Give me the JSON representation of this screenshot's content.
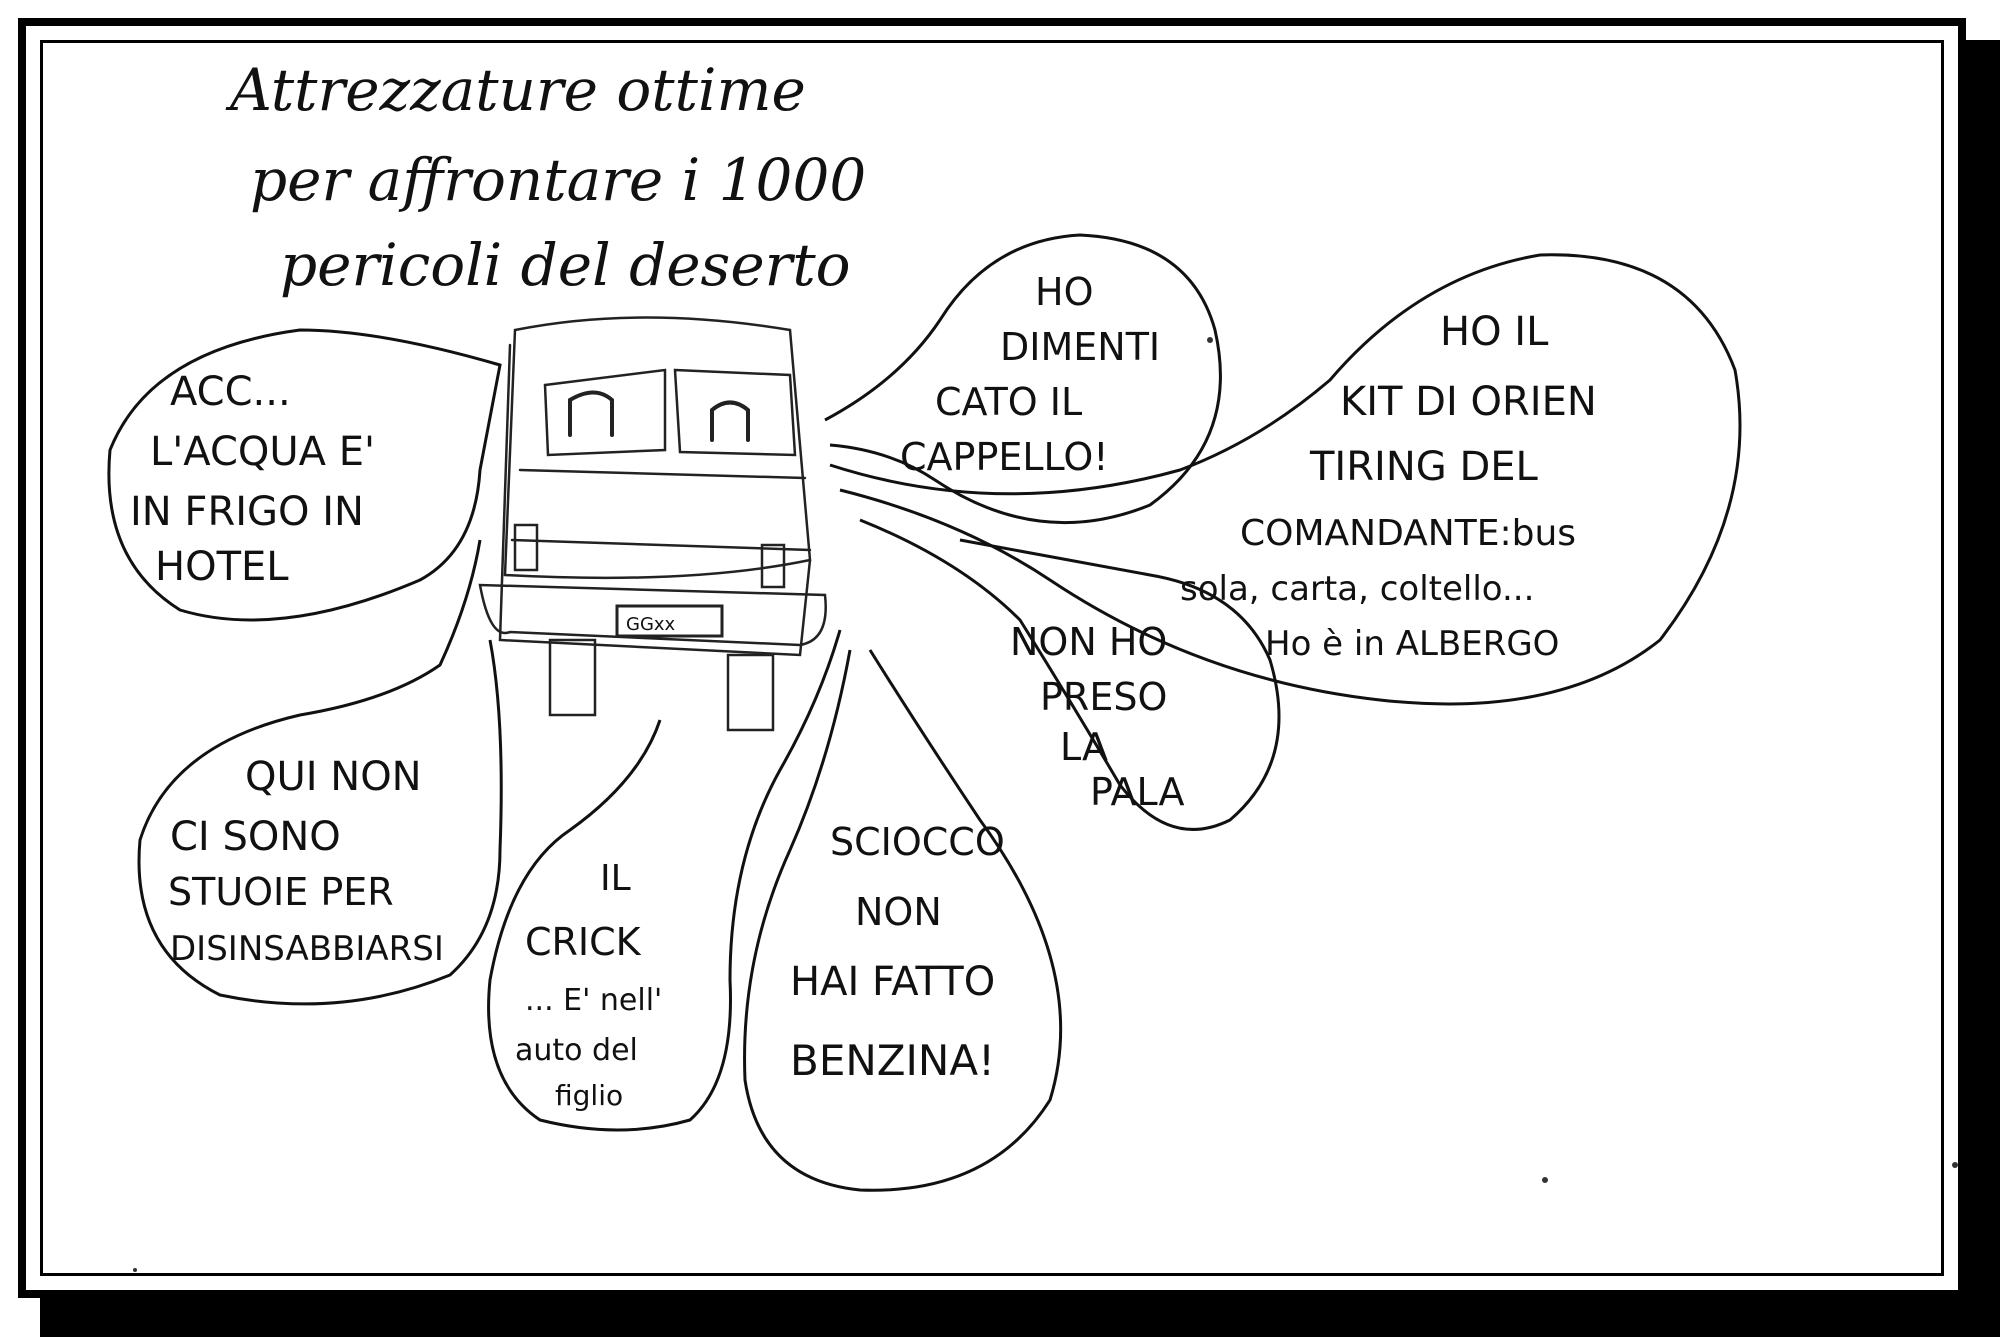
{
  "title_lines": [
    "Attrezzature ottime",
    "per affrontare i 1000",
    "pericoli del deserto"
  ],
  "license_plate": "GGxx",
  "bubbles": {
    "water": [
      "ACC...",
      "L'ACQUA E'",
      "IN FRIGO IN",
      "HOTEL"
    ],
    "hat": [
      "HO",
      "DIMENTI",
      "CATO IL",
      "CAPPELLO!"
    ],
    "orienteering": [
      "HO IL",
      "KIT DI ORIEN",
      "TIRING DEL",
      "COMANDANTE:bus",
      "sola, carta, coltello...",
      "Ho è in ALBERGO"
    ],
    "shovel": [
      "NON HO",
      "PRESO",
      "LA",
      "PALA"
    ],
    "fuel": [
      "SCIOCCO",
      "NON",
      "HAI FATTO",
      "BENZINA!"
    ],
    "jack": [
      "IL",
      "CRICK",
      "... E' nell'",
      "auto del",
      "figlio"
    ],
    "sand_ladders": [
      "QUI NON",
      "CI SONO",
      "STUOIE PER",
      "DISINSABBIARSI"
    ]
  },
  "colors": {
    "ink": "#111111",
    "paper": "#ffffff",
    "frame": "#000000"
  }
}
